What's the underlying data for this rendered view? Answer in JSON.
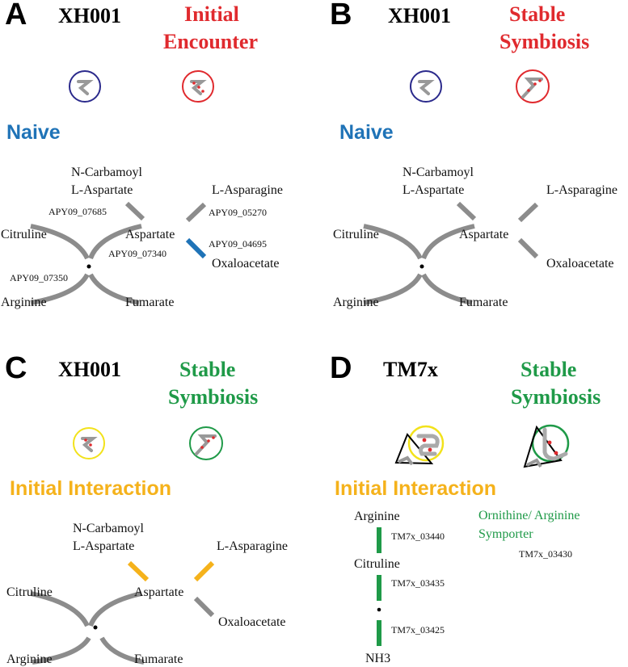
{
  "panels": {
    "A": {
      "letter": "A",
      "strain": "XH001",
      "condition_line1": "Initial",
      "condition_line2": "Encounter",
      "state": "Naive",
      "metabolites": {
        "n_carbamoyl_1": "N-Carbamoyl",
        "n_carbamoyl_2": "L-Aspartate",
        "asparagine": "L-Asparagine",
        "citruline": "Citruline",
        "aspartate": "Aspartate",
        "oxaloacetate": "Oxaloacetate",
        "arginine": "Arginine",
        "fumarate": "Fumarate"
      },
      "genes": {
        "g07685": "APY09_07685",
        "g05270": "APY09_05270",
        "g04695": "APY09_04695",
        "g07340": "APY09_07340",
        "g07350": "APY09_07350"
      }
    },
    "B": {
      "letter": "B",
      "strain": "XH001",
      "condition_line1": "Stable",
      "condition_line2": "Symbiosis",
      "state": "Naive",
      "metabolites": {
        "n_carbamoyl_1": "N-Carbamoyl",
        "n_carbamoyl_2": "L-Aspartate",
        "asparagine": "L-Asparagine",
        "citruline": "Citruline",
        "aspartate": "Aspartate",
        "oxaloacetate": "Oxaloacetate",
        "arginine": "Arginine",
        "fumarate": "Fumarate"
      }
    },
    "C": {
      "letter": "C",
      "strain": "XH001",
      "condition_line1": "Stable",
      "condition_line2": "Symbiosis",
      "state": "Initial Interaction",
      "metabolites": {
        "n_carbamoyl_1": "N-Carbamoyl",
        "n_carbamoyl_2": "L-Aspartate",
        "asparagine": "L-Asparagine",
        "citruline": "Citruline",
        "aspartate": "Aspartate",
        "oxaloacetate": "Oxaloacetate",
        "arginine": "Arginine",
        "fumarate": "Fumarate"
      }
    },
    "D": {
      "letter": "D",
      "strain": "TM7x",
      "condition_line1": "Stable",
      "condition_line2": "Symbiosis",
      "state": "Initial Interaction",
      "metabolites": {
        "arginine": "Arginine",
        "citruline": "Citruline",
        "nh3": "NH3"
      },
      "transporter_line1": "Ornithine/ Arginine",
      "transporter_line2": "Symporter",
      "genes": {
        "g03440": "TM7x_03440",
        "g03435": "TM7x_03435",
        "g03425": "TM7x_03425",
        "g03430": "TM7x_03430"
      }
    }
  },
  "colors": {
    "neutral_path": "#8c8c8c",
    "down_regulated": "#1f73b7",
    "up_regulated_initial": "#f5b21b",
    "up_regulated_stable": "#1f9a48",
    "encounter_red": "#e02a2e",
    "naive_blue": "#1f73b7",
    "circle_navy": "#2b2a8c",
    "circle_yellow": "#f2e21b"
  }
}
